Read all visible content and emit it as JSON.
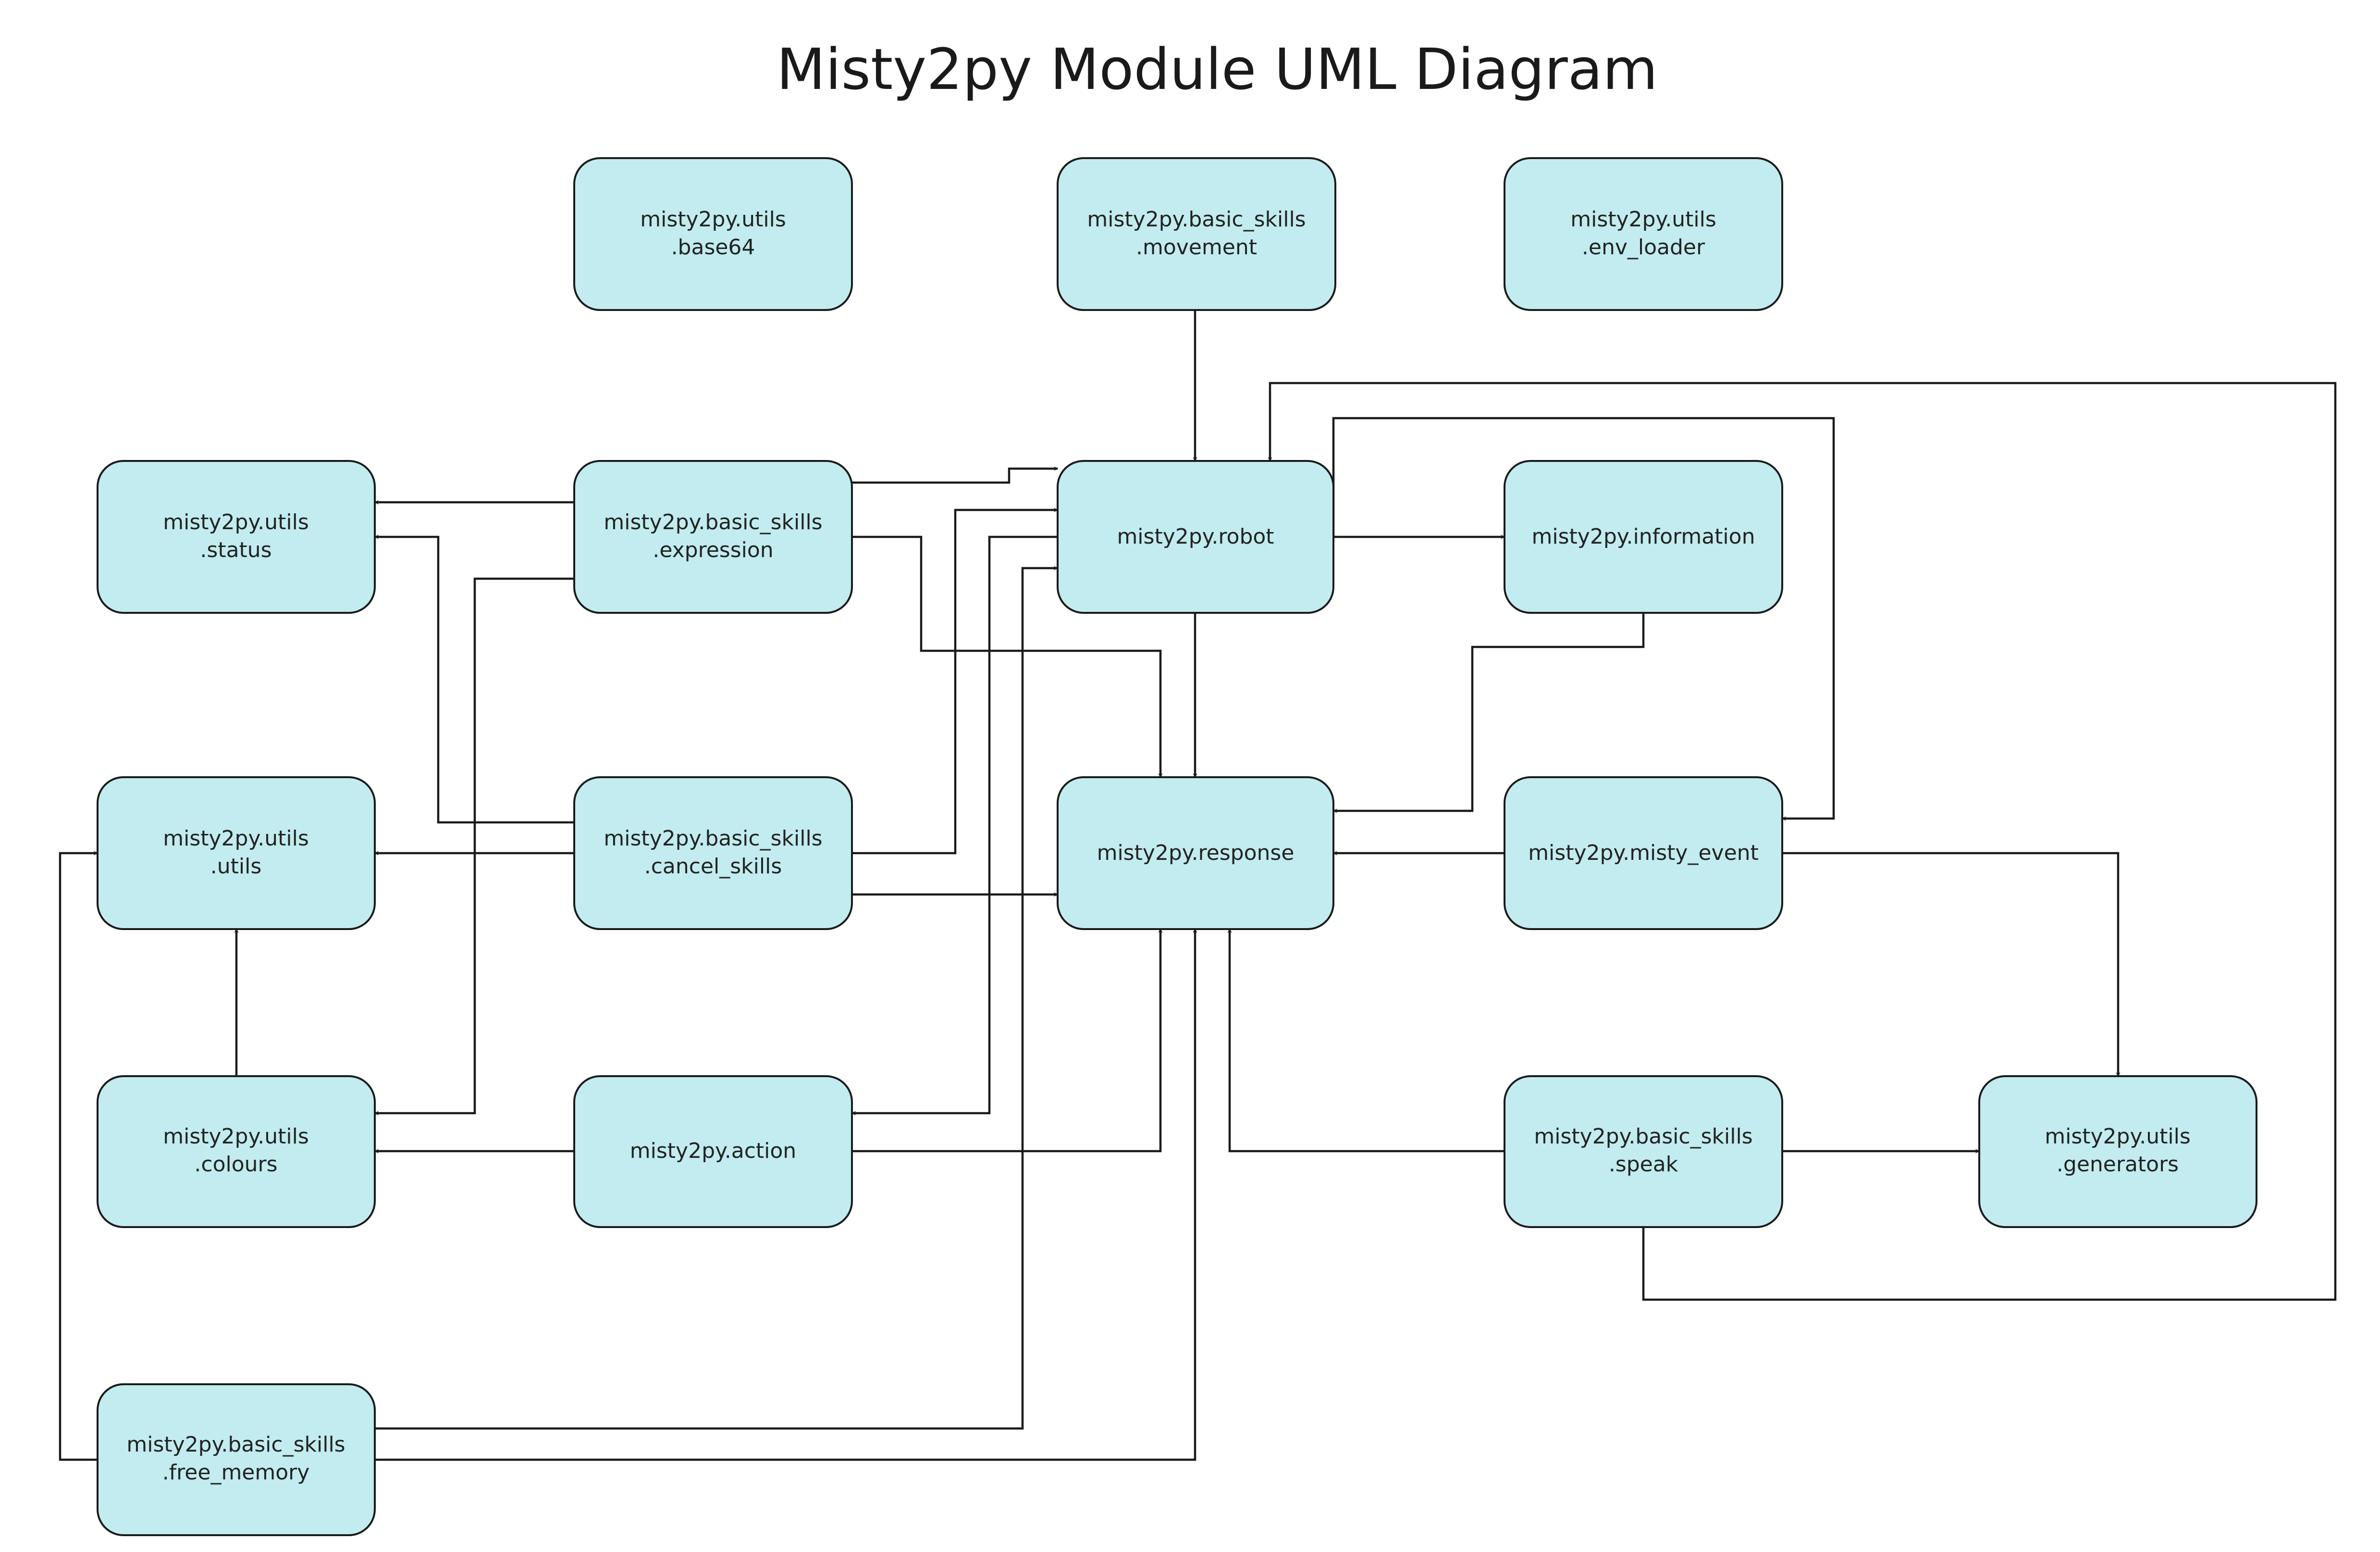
{
  "diagram": {
    "title": "Misty2py Module UML Diagram",
    "colors": {
      "node_fill": "#c2ecef",
      "node_stroke": "#1a1a1a",
      "edge": "#1a1a1a",
      "text": "#222222"
    },
    "nodes": {
      "base64": {
        "lines": [
          "misty2py.utils",
          ".base64"
        ]
      },
      "movement": {
        "lines": [
          "misty2py.basic_skills",
          ".movement"
        ]
      },
      "env_loader": {
        "lines": [
          "misty2py.utils",
          ".env_loader"
        ]
      },
      "status": {
        "lines": [
          "misty2py.utils",
          ".status"
        ]
      },
      "expression": {
        "lines": [
          "misty2py.basic_skills",
          ".expression"
        ]
      },
      "robot": {
        "lines": [
          "misty2py.robot"
        ]
      },
      "information": {
        "lines": [
          "misty2py.information"
        ]
      },
      "utils": {
        "lines": [
          "misty2py.utils",
          ".utils"
        ]
      },
      "cancel_skills": {
        "lines": [
          "misty2py.basic_skills",
          ".cancel_skills"
        ]
      },
      "response": {
        "lines": [
          "misty2py.response"
        ]
      },
      "misty_event": {
        "lines": [
          "misty2py.misty_event"
        ]
      },
      "colours": {
        "lines": [
          "misty2py.utils",
          ".colours"
        ]
      },
      "action": {
        "lines": [
          "misty2py.action"
        ]
      },
      "speak": {
        "lines": [
          "misty2py.basic_skills",
          ".speak"
        ]
      },
      "generators": {
        "lines": [
          "misty2py.utils",
          ".generators"
        ]
      },
      "free_memory": {
        "lines": [
          "misty2py.basic_skills",
          ".free_memory"
        ]
      }
    },
    "edges": [
      {
        "from": "movement",
        "to": "robot"
      },
      {
        "from": "expression",
        "to": "status"
      },
      {
        "from": "expression",
        "to": "robot"
      },
      {
        "from": "expression",
        "to": "response"
      },
      {
        "from": "expression",
        "to": "colours"
      },
      {
        "from": "robot",
        "to": "response"
      },
      {
        "from": "robot",
        "to": "information"
      },
      {
        "from": "robot",
        "to": "misty_event"
      },
      {
        "from": "robot",
        "to": "action"
      },
      {
        "from": "information",
        "to": "response"
      },
      {
        "from": "cancel_skills",
        "to": "status"
      },
      {
        "from": "cancel_skills",
        "to": "utils"
      },
      {
        "from": "cancel_skills",
        "to": "robot"
      },
      {
        "from": "cancel_skills",
        "to": "response"
      },
      {
        "from": "misty_event",
        "to": "response"
      },
      {
        "from": "misty_event",
        "to": "generators"
      },
      {
        "from": "colours",
        "to": "utils"
      },
      {
        "from": "action",
        "to": "colours"
      },
      {
        "from": "action",
        "to": "response"
      },
      {
        "from": "speak",
        "to": "response"
      },
      {
        "from": "speak",
        "to": "generators"
      },
      {
        "from": "speak",
        "to": "robot"
      },
      {
        "from": "free_memory",
        "to": "utils"
      },
      {
        "from": "free_memory",
        "to": "robot"
      },
      {
        "from": "free_memory",
        "to": "response"
      }
    ]
  }
}
